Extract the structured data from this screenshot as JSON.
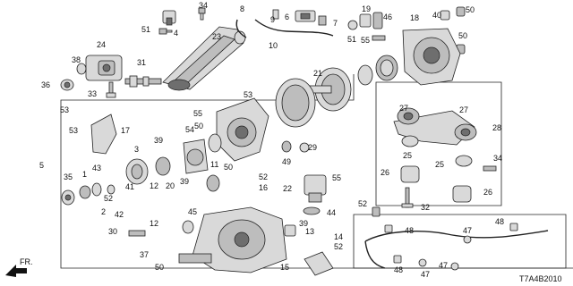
{
  "diagram": {
    "code": "T7A4B2010",
    "direction_label": "FR.",
    "labels": {
      "p1": "1",
      "p2": "2",
      "p3": "3",
      "p4": "4",
      "p5": "5",
      "p6": "6",
      "p7": "7",
      "p8": "8",
      "p9": "9",
      "p10": "10",
      "p11": "11",
      "p12": "12",
      "p13": "13",
      "p14": "14",
      "p15": "15",
      "p16": "16",
      "p17": "17",
      "p18": "18",
      "p19": "19",
      "p20": "20",
      "p21": "21",
      "p22": "22",
      "p23": "23",
      "p24": "24",
      "p25": "25",
      "p26": "26",
      "p27": "27",
      "p28": "28",
      "p29": "29",
      "p30": "30",
      "p31": "31",
      "p32": "32",
      "p33": "33",
      "p34": "34",
      "p35": "35",
      "p36": "36",
      "p37": "37",
      "p38": "38",
      "p39": "39",
      "p40": "40",
      "p41": "41",
      "p42": "42",
      "p43": "43",
      "p44": "44",
      "p45": "45",
      "p46": "46",
      "p47": "47",
      "p48": "48",
      "p49": "49",
      "p50": "50",
      "p51": "51",
      "p52": "52",
      "p53": "53",
      "p54": "54",
      "p55": "55"
    }
  }
}
